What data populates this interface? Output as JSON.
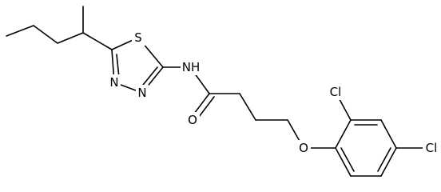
{
  "molecule": {
    "atoms": {
      "s1": "S",
      "nh": "NH",
      "n_left": "N",
      "n_right": "N",
      "o_carbonyl": "O",
      "o_ether": "O",
      "cl_ortho": "Cl",
      "cl_para": "Cl"
    }
  },
  "colors": {
    "bond": "#000000",
    "atom_label": "#000000",
    "background": "#ffffff"
  }
}
